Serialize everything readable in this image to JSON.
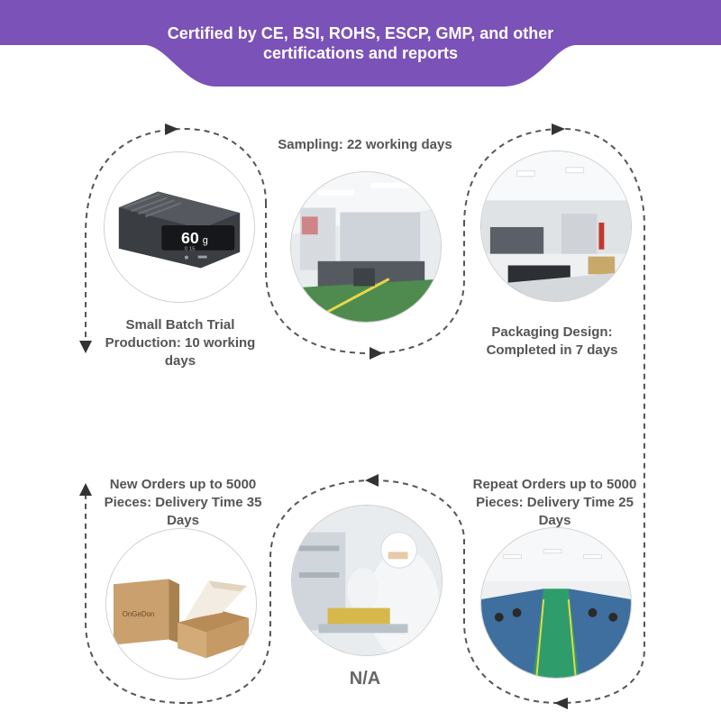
{
  "banner": {
    "line1": "Certified by CE, BSI, ROHS, ESCP, GMP, and other",
    "line2": "certifications and reports",
    "color": "#7b52b8"
  },
  "steps": [
    {
      "label": "Small Batch Trial Production: 10 working days",
      "image": "power-bank-product"
    },
    {
      "label": "Sampling: 22 working days",
      "image": "factory-production-line"
    },
    {
      "label": "Packaging Design: Completed in 7 days",
      "image": "factory-workshop"
    },
    {
      "label": "Repeat Orders up to 5000 Pieces: Delivery Time 25 Days",
      "image": "assembly-line-workers"
    },
    {
      "label": "N/A",
      "image": "cleanroom-technician"
    },
    {
      "label": "New Orders up to 5000 Pieces: Delivery Time 35 Days",
      "image": "kraft-gift-box"
    }
  ],
  "product_screen": {
    "value": "60",
    "unit": "g",
    "sub": "0 15"
  },
  "box_brand": "OnGeDon",
  "colors": {
    "dashed_path": "#555555",
    "text": "#555555"
  }
}
